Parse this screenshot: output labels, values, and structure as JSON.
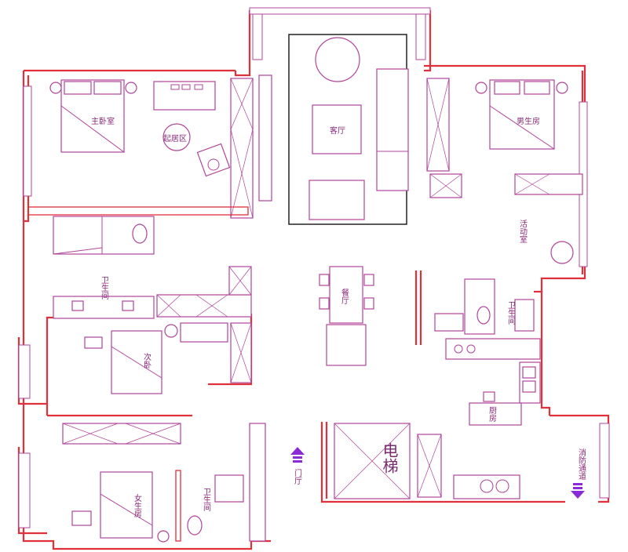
{
  "rooms": {
    "master_bedroom": "主卧室",
    "lounge": "起居区",
    "living_room": "客厅",
    "boys_room": "男生房",
    "activity_room": "活动室",
    "bath_left": "卫生间",
    "dining": "餐厅",
    "bath_right": "卫生间",
    "second_bedroom": "次卧",
    "kitchen": "厨房",
    "elevator": "电梯",
    "fire_passage": "消防通道",
    "entrance": "门厅",
    "girls_room": "女生房",
    "bath_bottom": "卫生间"
  },
  "colors": {
    "wall": "#e0303a",
    "furniture": "#b0449a",
    "entry_arrow": "#8b2bd8"
  },
  "icons": {
    "entrance_arrow": "arrow-up-icon",
    "fire_exit_arrow": "arrow-down-icon"
  }
}
